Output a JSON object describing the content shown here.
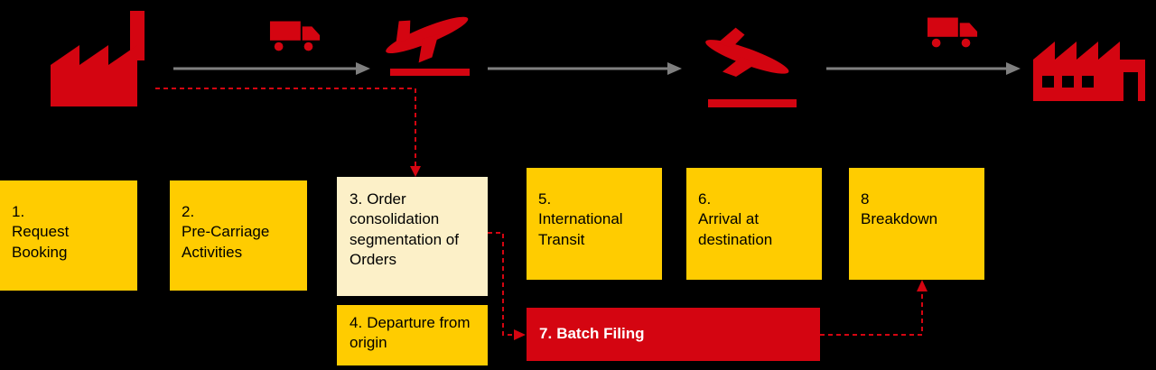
{
  "colors": {
    "brand_red": "#D40511",
    "brand_yellow": "#FFCC00",
    "highlight_cream": "#FCF0C8",
    "arrow_gray": "#7F7F7F",
    "background": "#000000",
    "step_text": "#000000",
    "batch_filing_text": "#FFFFFF"
  },
  "timeline": {
    "icons": [
      {
        "name": "factory-origin-icon"
      },
      {
        "name": "truck-precarriage-icon"
      },
      {
        "name": "plane-takeoff-icon"
      },
      {
        "name": "plane-landing-icon"
      },
      {
        "name": "truck-oncarriage-icon"
      },
      {
        "name": "factory-destination-icon"
      }
    ]
  },
  "steps": [
    {
      "number": "1.",
      "label": "Request Booking"
    },
    {
      "number": "2.",
      "label": "Pre-Carriage Activities"
    },
    {
      "number": "3.",
      "label": "Order consolidation segmentation of Orders"
    },
    {
      "number": "4.",
      "label": "Departure from origin"
    },
    {
      "number": "5.",
      "label": "International Transit"
    },
    {
      "number": "6.",
      "label": "Arrival at destination"
    },
    {
      "number": "7.",
      "label": "Batch Filing"
    },
    {
      "number": "8",
      "label": "Breakdown"
    }
  ]
}
